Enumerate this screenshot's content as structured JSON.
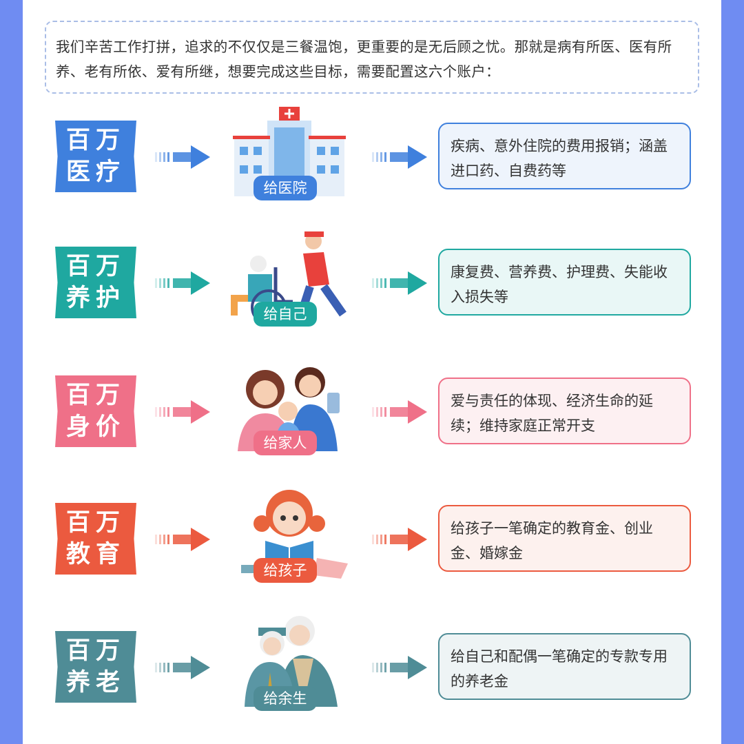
{
  "intro": "我们辛苦工作打拼，追求的不仅仅是三餐温饱，更重要的是无后顾之忧。那就是病有所医、医有所养、老有所依、爱有所继，想要完成这些目标，需要配置这六个账户：",
  "rows": [
    {
      "label1": "百万",
      "label2": "医疗",
      "tag": "给医院",
      "desc": "疾病、意外住院的费用报销；涵盖进口药、自费药等",
      "color": "#3f80dd",
      "bg": "#eef4fc",
      "illustration": "hospital-icon"
    },
    {
      "label1": "百万",
      "label2": "养护",
      "tag": "给自己",
      "desc": "康复费、营养费、护理费、失能收入损失等",
      "color": "#1fa8a0",
      "bg": "#e9f7f6",
      "illustration": "wheelchair-icon"
    },
    {
      "label1": "百万",
      "label2": "身价",
      "tag": "给家人",
      "desc": "爱与责任的体现、经济生命的延续；维持家庭正常开支",
      "color": "#ef7088",
      "bg": "#fdf0f2",
      "illustration": "family-icon"
    },
    {
      "label1": "百万",
      "label2": "教育",
      "tag": "给孩子",
      "desc": "给孩子一笔确定的教育金、创业金、婚嫁金",
      "color": "#eb5a3f",
      "bg": "#fdf1ee",
      "illustration": "child-reading-icon"
    },
    {
      "label1": "百万",
      "label2": "养老",
      "tag": "给余生",
      "desc": "给自己和配偶一笔确定的专款专用的养老金",
      "color": "#4f8c96",
      "bg": "#eef4f5",
      "illustration": "elderly-couple-icon"
    }
  ]
}
